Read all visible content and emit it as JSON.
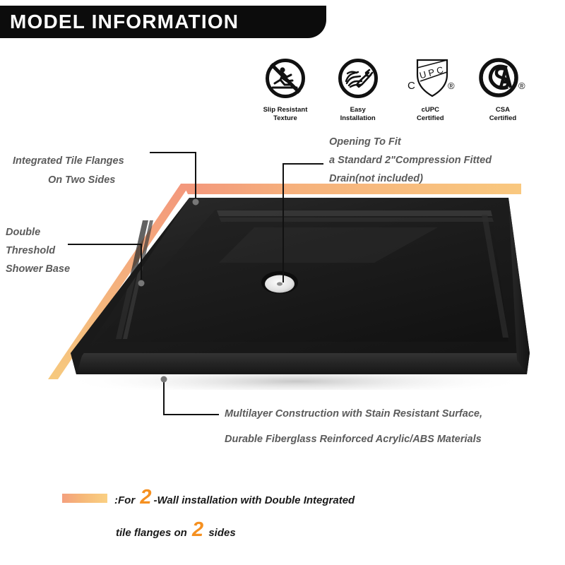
{
  "header": {
    "title": "MODEL INFORMATION"
  },
  "badges": [
    {
      "icon": "slip-resistant-icon",
      "caption": "Slip Resistant\nTexture"
    },
    {
      "icon": "easy-installation-icon",
      "caption": "Easy\nInstallation"
    },
    {
      "icon": "cupc-shield-icon",
      "shield_text": "UPC",
      "shield_left_mark": "C",
      "shield_right_mark": "®",
      "caption": "cUPC\nCertified"
    },
    {
      "icon": "csa-icon",
      "mark_text": "CSA",
      "registered_mark": "®",
      "caption": "CSA\nCertified"
    }
  ],
  "annotations": {
    "flanges_line1": "Integrated Tile Flanges",
    "flanges_line2": "On Two Sides",
    "threshold": "Double\nThreshold\nShower Base",
    "opening": "Opening To Fit\na Standard 2\"Compression Fitted\nDrain(not included)",
    "multilayer": "Multilayer Construction with Stain Resistant Surface,\nDurable Fiberglass Reinforced Acrylic/ABS Materials"
  },
  "legend": {
    "swatch_label": "orange-flange-swatch",
    "row1_prefix": ":For ",
    "row1_number": "2",
    "row1_suffix": "-Wall installation with Double Integrated",
    "row2_prefix": "tile flanges on ",
    "row2_number": "2",
    "row2_suffix": " sides"
  },
  "colors": {
    "banner": "#0c0c0c",
    "annotation_text": "#5b5b5b",
    "legend_text": "#1a1a1a",
    "accent_orange": "#f59020",
    "flange_gradient_start": "#f4a07e",
    "flange_gradient_end": "#fad083",
    "product_body": "#1b1b1b"
  },
  "product": {
    "name": "double-threshold-shower-base",
    "drain_label": "drain-opening",
    "flange_top_label": "integrated-tile-flange-top",
    "flange_left_label": "integrated-tile-flange-left"
  }
}
